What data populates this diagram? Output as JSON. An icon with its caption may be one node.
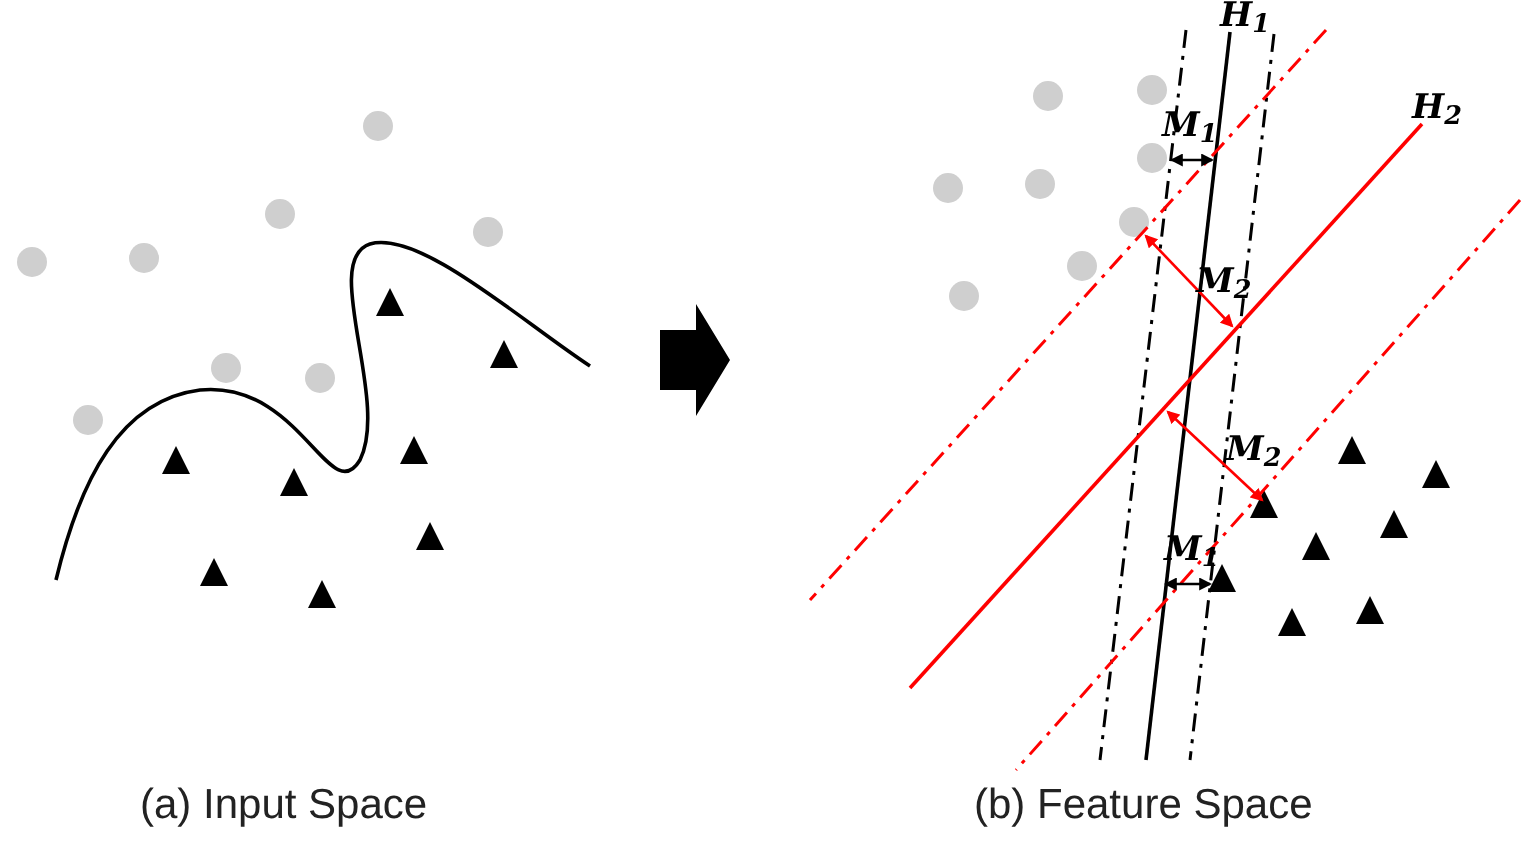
{
  "diagram": {
    "labels": [
      "H$_{1}$",
      "H$_{2}$",
      "M$_{1}$",
      "M$_{2}$",
      "M$_{2}$",
      "M$_{1}$",
      "(a) Input Space",
      "(b) Feature Space"
    ]
  }
}
